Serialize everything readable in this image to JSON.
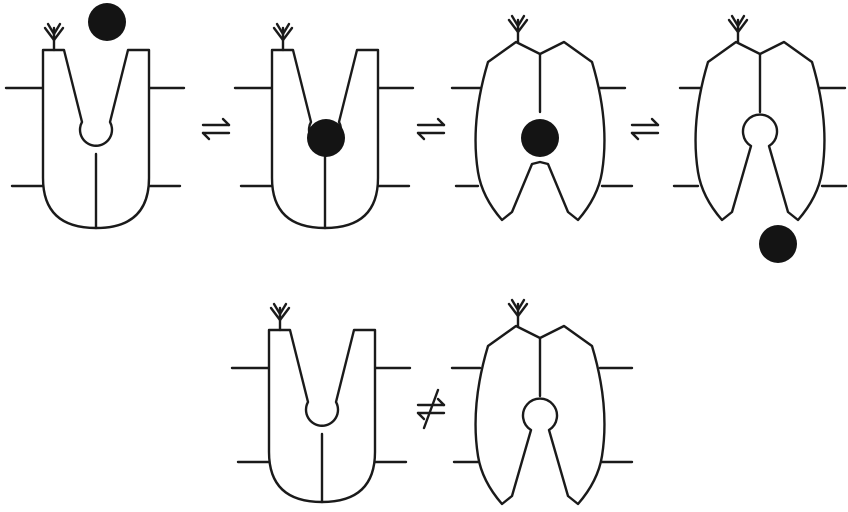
{
  "diagram": {
    "description_free": true,
    "colors": {
      "line": "#1a1a1a",
      "ligand": "#141414",
      "background": "#ffffff"
    },
    "top_row": [
      {
        "state": "open-outward",
        "ligand": "outside"
      },
      {
        "state": "open-outward",
        "ligand": "bound"
      },
      {
        "state": "occluded-inward",
        "ligand": "bound"
      },
      {
        "state": "open-inward",
        "ligand": "released"
      }
    ],
    "bottom_row": [
      {
        "state": "open-outward",
        "ligand": "none"
      },
      {
        "state": "open-inward",
        "ligand": "none"
      }
    ],
    "arrows": [
      {
        "symbol": "⇌",
        "blocked": false
      },
      {
        "symbol": "⇌",
        "blocked": false
      },
      {
        "symbol": "⇌",
        "blocked": false
      },
      {
        "symbol": "⇌",
        "blocked": true
      }
    ]
  }
}
